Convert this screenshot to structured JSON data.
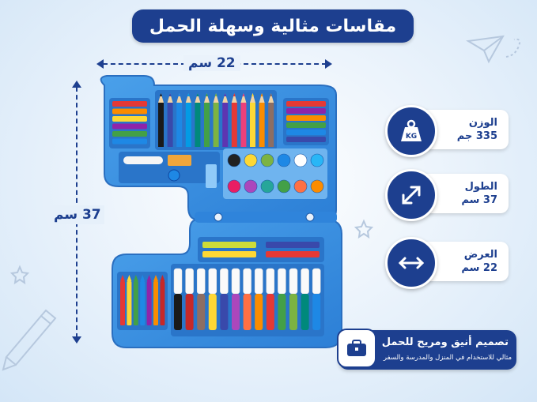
{
  "title": "مقاسات مثالية وسهلة الحمل",
  "dimensions": {
    "width_label": "22 سم",
    "height_label": "37 سم"
  },
  "specs": [
    {
      "label": "الوزن",
      "value": "335 جم",
      "icon": "weight-icon",
      "icon_text": "KG"
    },
    {
      "label": "الطول",
      "value": "37 سم",
      "icon": "diagonal-arrows-icon"
    },
    {
      "label": "العرض",
      "value": "22 سم",
      "icon": "horizontal-arrows-icon"
    }
  ],
  "promo": {
    "title": "تصميم أنيق ومريح للحمل",
    "subtitle": "مثالي للاستخدام في المنزل والمدرسة والسفر",
    "icon": "briefcase-icon"
  },
  "colors": {
    "navy": "#1d3f8f",
    "case_blue": "#3b8fe0",
    "case_light": "#7fbdf2"
  },
  "products": {
    "crayons_left": [
      "#e53935",
      "#fb8c00",
      "#fdd835",
      "#8e24aa",
      "#43a047",
      "#1e88e5"
    ],
    "pencils": [
      "#1a1a1a",
      "#3949ab",
      "#1e88e5",
      "#039be5",
      "#00897b",
      "#43a047",
      "#7cb342",
      "#5e35b1",
      "#e53935",
      "#ec407a",
      "#fdd835",
      "#fb8c00",
      "#8d6e63"
    ],
    "pastels_right": [
      "#e53935",
      "#8e24aa",
      "#fb8c00",
      "#43a047",
      "#1e88e5",
      "#3949ab"
    ],
    "paints_top": [
      "#212121",
      "#fdd835",
      "#7cb342",
      "#1e88e5",
      "#ffffff",
      "#29b6f6"
    ],
    "paints_bottom": [
      "#e91e63",
      "#ab47bc",
      "#26a69a",
      "#43a047",
      "#ff7043",
      "#fb8c00"
    ],
    "small_crayons": [
      "#e53935",
      "#fdd835",
      "#43a047",
      "#1e88e5",
      "#8e24aa",
      "#fb8c00",
      "#c62828"
    ],
    "markers": [
      "#1a1a1a",
      "#c62828",
      "#8d6e63",
      "#fdd835",
      "#3949ab",
      "#ab47bc",
      "#ff7043",
      "#fb8c00",
      "#e53935",
      "#43a047",
      "#7cb342",
      "#00897b",
      "#1e88e5"
    ]
  }
}
